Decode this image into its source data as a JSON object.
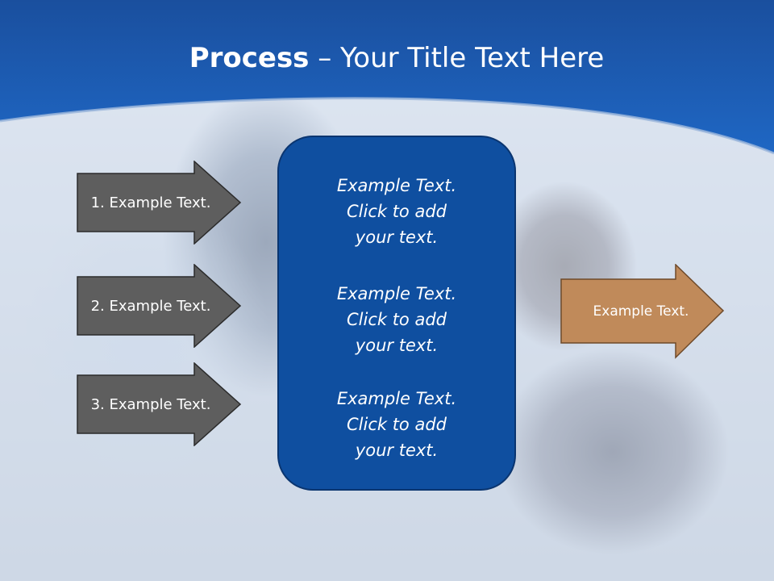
{
  "slide": {
    "title_bold": "Process",
    "title_rest": " – Your Title Text Here",
    "steps": [
      {
        "label": "1. Example Text."
      },
      {
        "label": "2. Example Text."
      },
      {
        "label": "3. Example Text."
      }
    ],
    "center_items": [
      {
        "text": "Example Text.\nClick  to add\nyour text."
      },
      {
        "text": "Example Text.\nClick  to add\nyour text."
      },
      {
        "text": "Example Text.\nClick  to add\nyour text."
      }
    ],
    "output": {
      "label": "Example Text."
    }
  },
  "colors": {
    "header_blue": "#1b5fb8",
    "center_box": "#0f4fa0",
    "step_arrow": "#5e5e5e",
    "output_arrow": "#c08a5a"
  }
}
